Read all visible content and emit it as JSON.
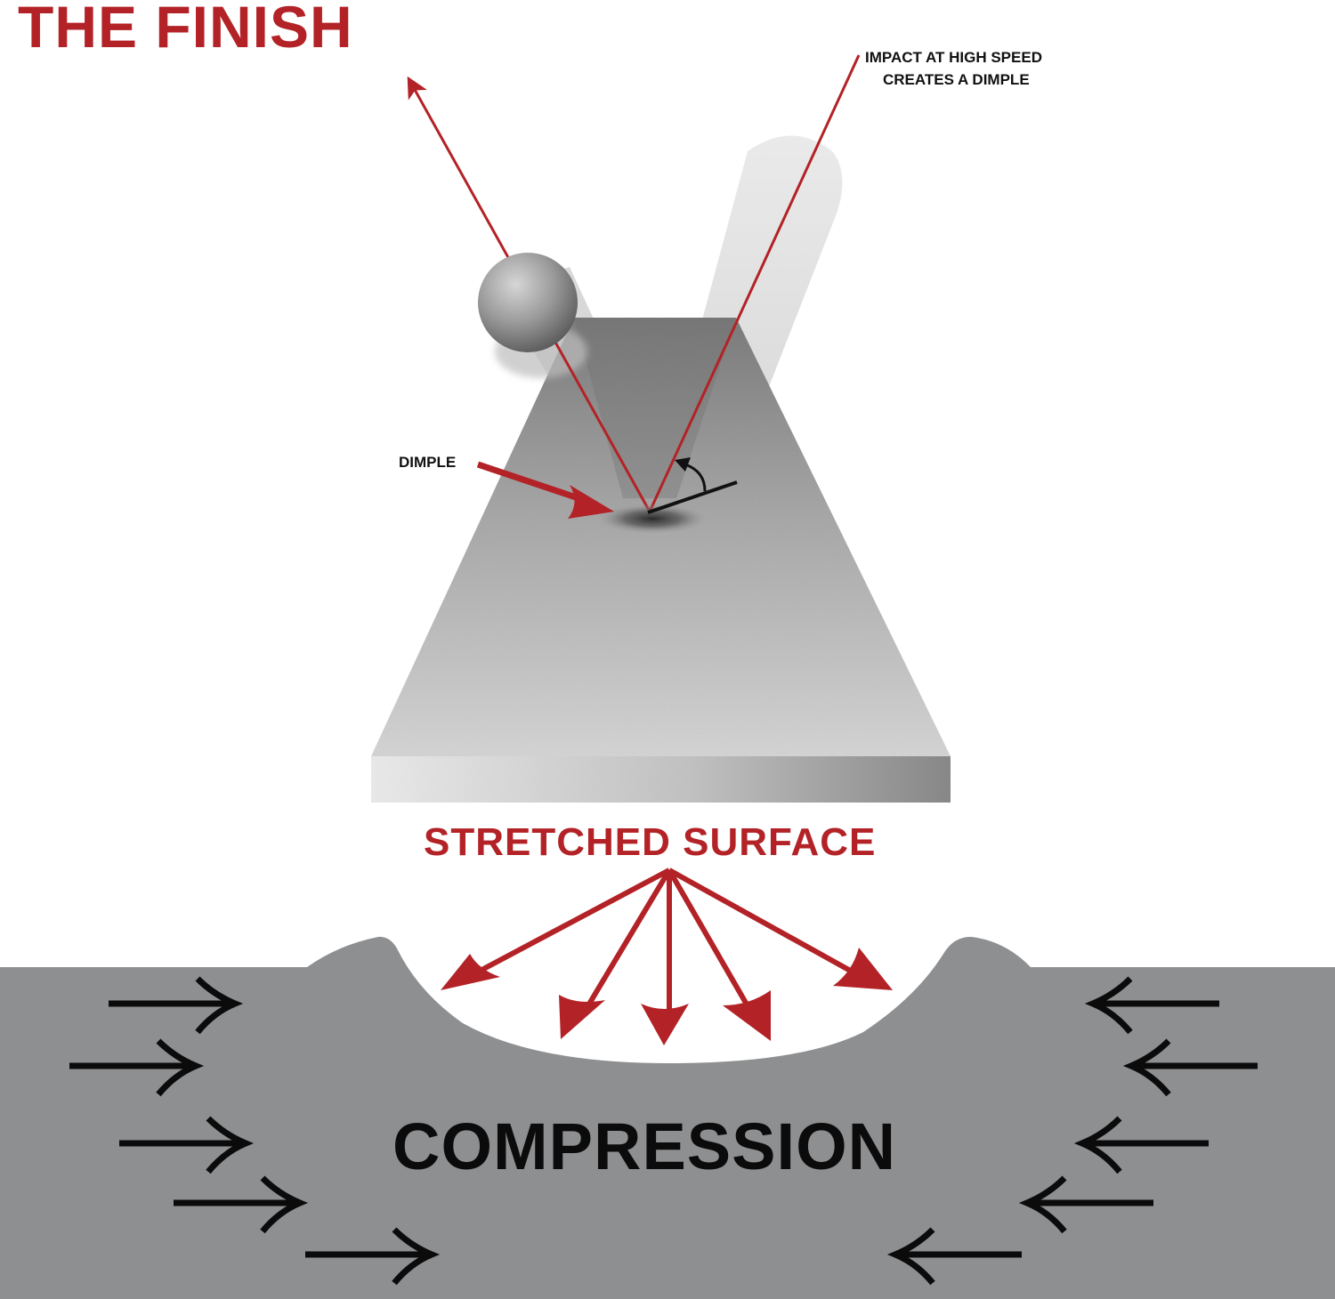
{
  "title": "THE FINISH",
  "impact_label": {
    "line1": "IMPACT AT HIGH SPEED",
    "line2": "CREATES A DIMPLE"
  },
  "dimple_label": "DIMPLE",
  "stretched_label": "STRETCHED SURFACE",
  "compression_label": "COMPRESSION",
  "colors": {
    "accent_red": "#b32226",
    "dark_text": "#111111",
    "compression_gray": "#8e8f91",
    "background": "#ffffff"
  },
  "icons": {
    "ball": "steel-shot-ball-icon",
    "arrows": "direction-arrow-icon"
  }
}
